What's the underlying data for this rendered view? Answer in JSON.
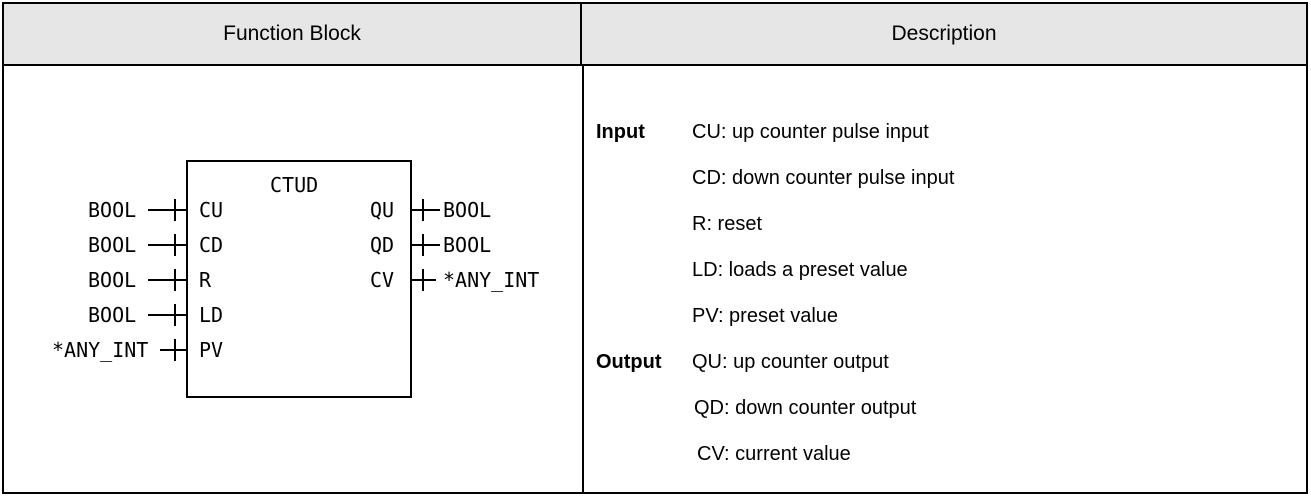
{
  "header": {
    "left": "Function Block",
    "right": "Description"
  },
  "block": {
    "name": "CTUD",
    "inputs": [
      {
        "type": "BOOL",
        "pin": "CU"
      },
      {
        "type": "BOOL",
        "pin": "CD"
      },
      {
        "type": "BOOL",
        "pin": "R"
      },
      {
        "type": "BOOL",
        "pin": "LD"
      },
      {
        "type": "*ANY_INT",
        "pin": "PV"
      }
    ],
    "outputs": [
      {
        "pin": "QU",
        "type": "BOOL"
      },
      {
        "pin": "QD",
        "type": "BOOL"
      },
      {
        "pin": "CV",
        "type": "*ANY_INT"
      }
    ]
  },
  "description": {
    "input_heading": "Input",
    "output_heading": "Output",
    "input_lines": [
      "CU: up counter pulse input",
      "CD: down counter pulse input",
      "R: reset",
      "LD: loads a preset value",
      "PV: preset value"
    ],
    "output_lines": [
      "QU: up counter output",
      "QD: down counter output",
      "CV: current value"
    ]
  }
}
